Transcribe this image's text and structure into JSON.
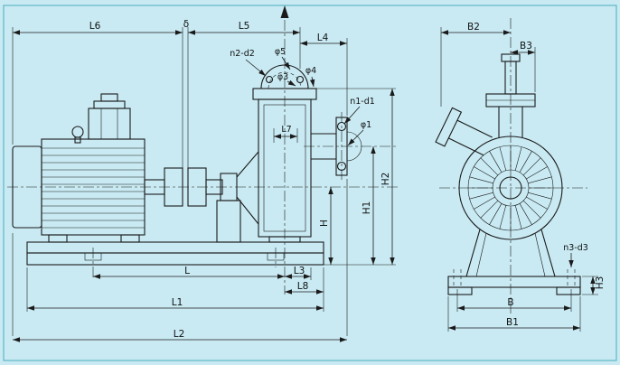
{
  "colors": {
    "background": "#c9eaf3",
    "frame": "#4aacbe",
    "line": "#1a1a1a"
  },
  "left_view": {
    "dims": {
      "L6": "L6",
      "delta": "δ",
      "L5": "L5",
      "L4": "L4",
      "L7": "L7",
      "n2d2": "n2-d2",
      "phi5": "φ5",
      "phi3": "φ3",
      "phi4": "φ4",
      "n1d1": "n1-d1",
      "phi1": "φ1",
      "H": "H",
      "H1": "H1",
      "H2": "H2",
      "L": "L",
      "L3": "L3",
      "L8": "L8",
      "L1": "L1",
      "L2": "L2"
    }
  },
  "right_view": {
    "dims": {
      "B2": "B2",
      "B3": "B3",
      "n3d3": "n3-d3",
      "H3": "H3",
      "B": "B",
      "B1": "B1"
    }
  }
}
